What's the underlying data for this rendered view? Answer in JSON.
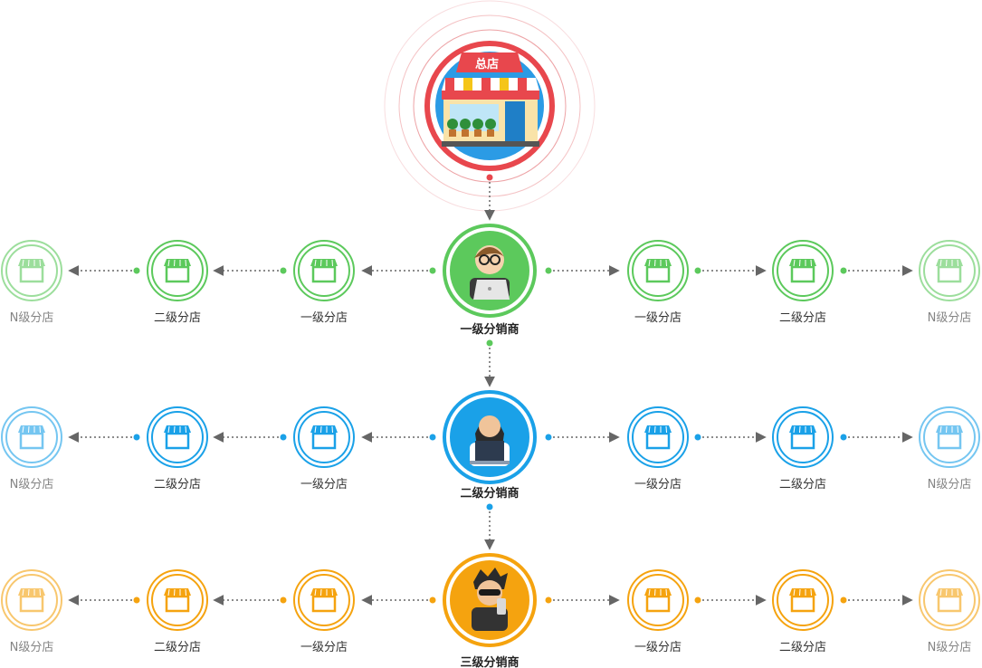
{
  "hq": {
    "label": "总店"
  },
  "colors": {
    "hq": "#e8474d",
    "arrow": "#666666",
    "green": "#5cc95c",
    "blue": "#1aa1e8",
    "orange": "#f5a30f"
  },
  "levels": [
    {
      "id": "level-1",
      "label": "一级分销商",
      "avatar": "man-with-glasses-laptop-icon",
      "color": "#5cc95c",
      "left": [
        "一级分店",
        "二级分店",
        "N级分店"
      ],
      "right": [
        "一级分店",
        "二级分店",
        "N级分店"
      ]
    },
    {
      "id": "level-2",
      "label": "二级分销商",
      "avatar": "woman-with-laptop-icon",
      "color": "#1aa1e8",
      "left": [
        "一级分店",
        "二级分店",
        "N级分店"
      ],
      "right": [
        "一级分店",
        "二级分店",
        "N级分店"
      ]
    },
    {
      "id": "level-3",
      "label": "三级分销商",
      "avatar": "man-with-sunglasses-phone-icon",
      "color": "#f5a30f",
      "left": [
        "一级分店",
        "二级分店",
        "N级分店"
      ],
      "right": [
        "一级分店",
        "二级分店",
        "N级分店"
      ]
    }
  ]
}
